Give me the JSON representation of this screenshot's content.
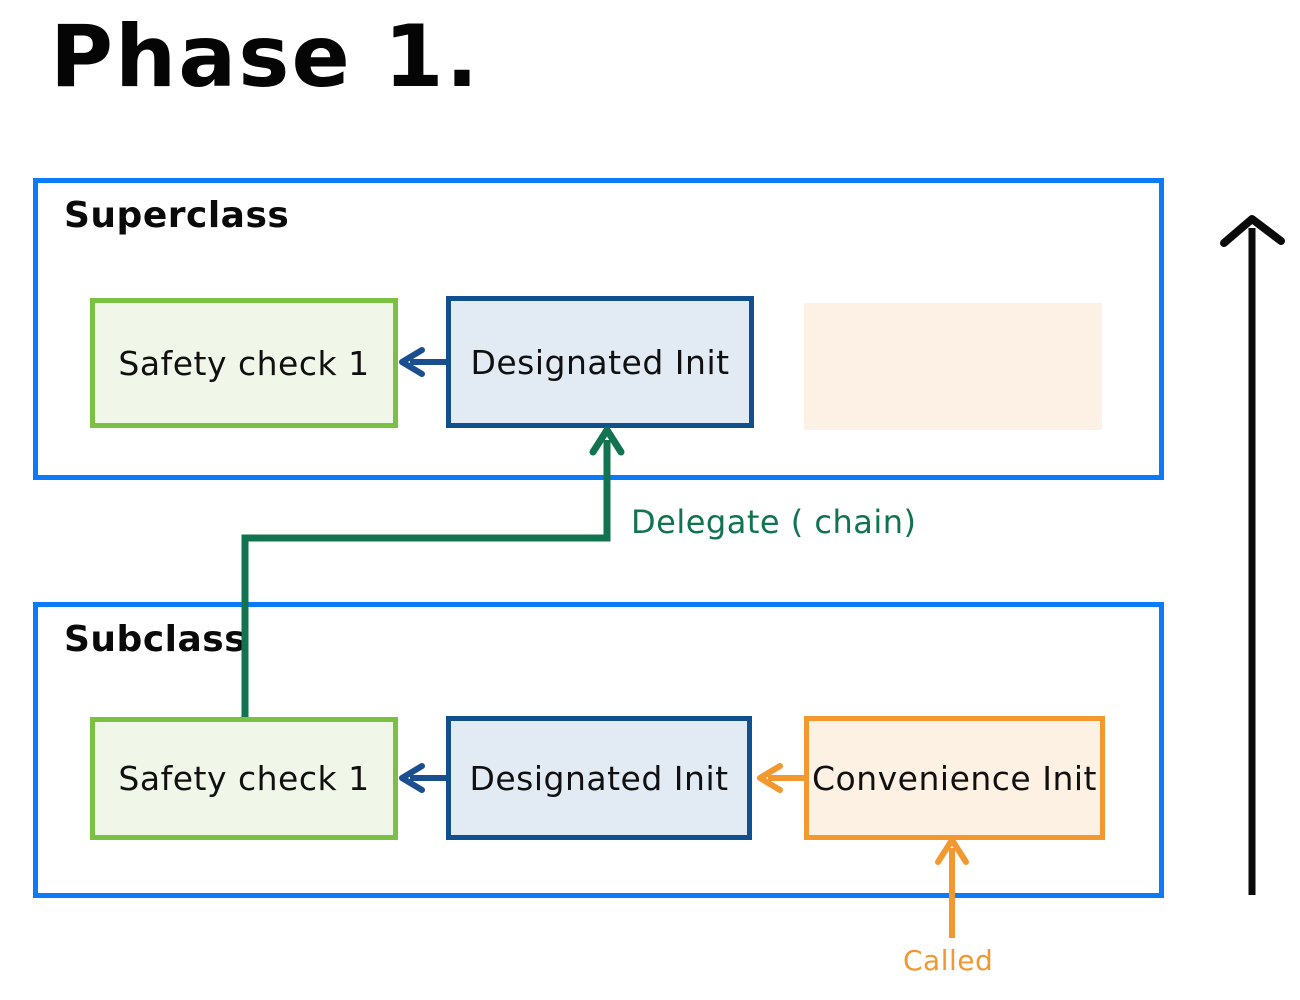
{
  "title": "Phase 1.",
  "colors": {
    "container_border": "#0b7bf7",
    "green_border": "#7ac143",
    "green_fill": "#f0f7e8",
    "blue_border": "#11508f",
    "blue_fill": "#e2eaf4",
    "orange_border": "#f2982f",
    "orange_fill": "#fdf1e3",
    "ghost_fill": "#fdf1e6",
    "delegate_green": "#11734f",
    "arrow_blue": "#1a4f8f",
    "arrow_orange": "#f2982f",
    "arrow_black": "#0a0a0a",
    "text": "#101010"
  },
  "superclass": {
    "label": "Superclass",
    "nodes": [
      {
        "name": "safety-check",
        "text": "Safety check 1",
        "style": "green"
      },
      {
        "name": "designated-init",
        "text": "Designated Init",
        "style": "blue"
      },
      {
        "name": "placeholder",
        "text": "",
        "style": "ghost"
      }
    ]
  },
  "subclass": {
    "label": "Subclass",
    "nodes": [
      {
        "name": "safety-check",
        "text": "Safety check 1",
        "style": "green"
      },
      {
        "name": "designated-init",
        "text": "Designated Init",
        "style": "blue"
      },
      {
        "name": "convenience-init",
        "text": "Convenience Init",
        "style": "orange"
      }
    ]
  },
  "edges": {
    "delegate_label": "Delegate ( chain)",
    "called_label": "Called"
  }
}
